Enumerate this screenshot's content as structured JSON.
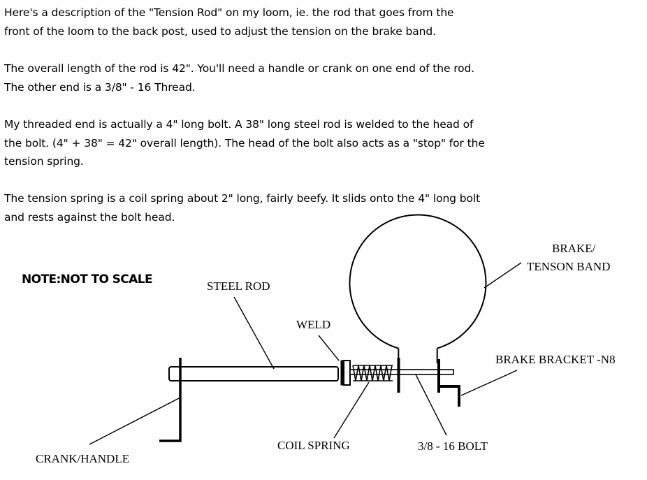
{
  "description": {
    "paragraphs": [
      [
        "Here's a description of the  \"Tension Rod\" on my loom,  ie. the rod that goes from the",
        "front of the loom to the back post, used to adjust the tension on the brake band."
      ],
      [
        "The overall length of the rod is 42\".  You'll need a handle or crank on one end of the rod.",
        "The other end is a  3/8\" - 16 Thread."
      ],
      [
        "My threaded end is actually a 4\" long bolt. A 38\" long steel rod is welded to the head of",
        "the bolt. (4\" + 38\" = 42\" overall length). The head of the bolt also acts as a \"stop\" for the",
        "tension spring."
      ],
      [
        "The tension spring is a coil spring about 2\" long, fairly beefy. It slids onto the 4\" long bolt",
        "and rests against the bolt head."
      ]
    ]
  },
  "diagram": {
    "note": "NOTE:NOT TO SCALE",
    "labels": {
      "steel_rod": "STEEL ROD",
      "weld": "WELD",
      "brake_line1": "BRAKE/",
      "brake_line2": "TENSON BAND",
      "bracket": "BRAKE BRACKET -N8",
      "coil_spring": "COIL SPRING",
      "bolt": "3/8 - 16 BOLT",
      "crank": "CRANK/HANDLE"
    }
  }
}
